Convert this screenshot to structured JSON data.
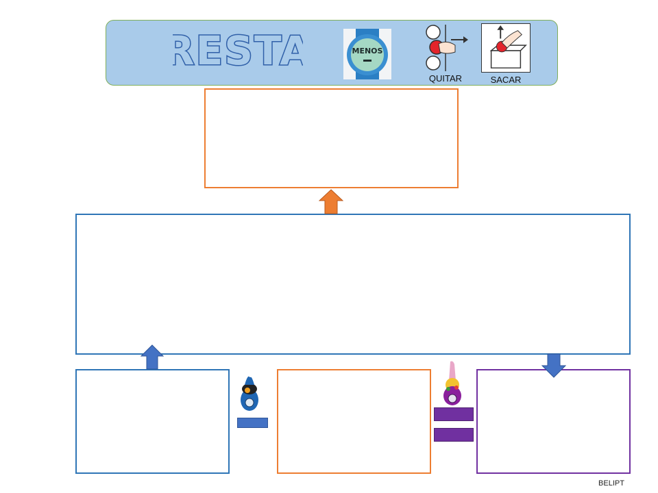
{
  "header": {
    "title": "RESTA",
    "menos_photo_text": "MENOS",
    "quitar_label": "QUITAR",
    "sacar_label": "SACAR"
  },
  "footer": {
    "credit": "BELIPT"
  },
  "colors": {
    "banner": "#a9cbea",
    "title_fill": "#a9cbea",
    "title_outline": "#2f5fa8",
    "orange": "#ed7d31",
    "blue": "#2e75b6",
    "blue_fill": "#4472c4",
    "purple": "#7030a0"
  },
  "icons": [
    "menos-watch-photo",
    "quitar-pictogram",
    "sacar-pictogram",
    "blue-figure-icon",
    "purple-figure-icon"
  ]
}
